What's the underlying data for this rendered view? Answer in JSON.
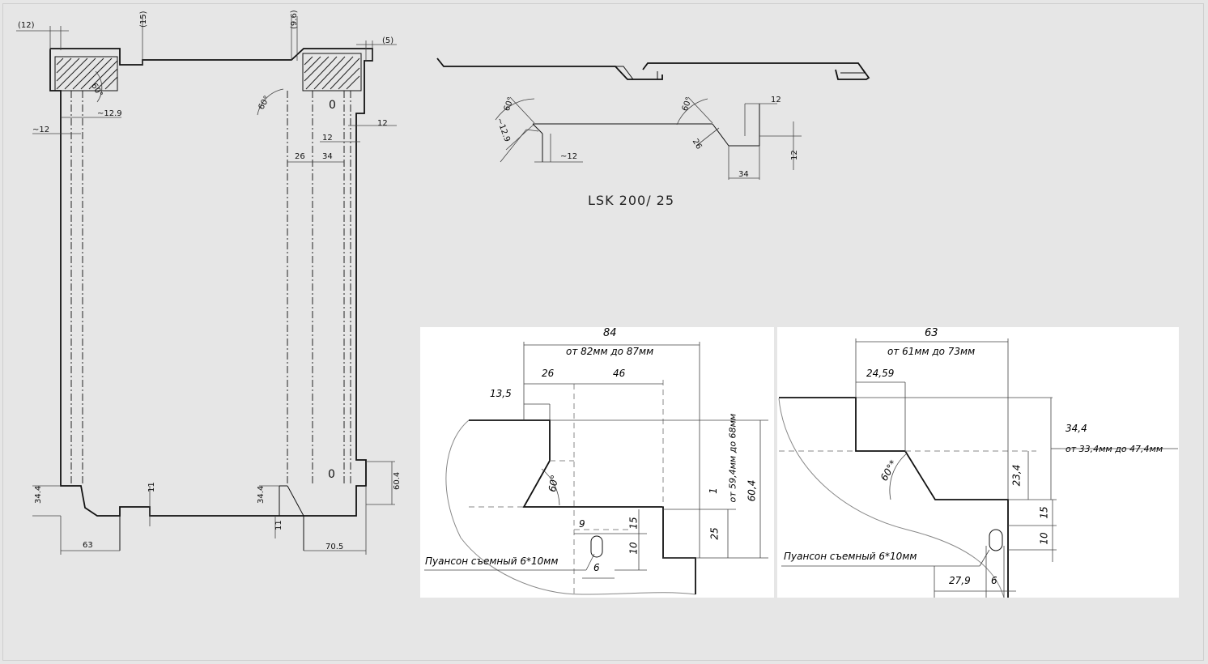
{
  "profile_title": "LSK 200/ 25",
  "left_drawing": {
    "dims": [
      "(12)",
      "(15)",
      "(9.6)",
      "(5)",
      "60°",
      "60°",
      "~12.9",
      "~12",
      "0",
      "12",
      "12",
      "26",
      "34",
      "0",
      "34.4",
      "11",
      "34.4",
      "11",
      "60.4",
      "63",
      "70.5"
    ]
  },
  "profile_drawing": {
    "dims": [
      "60°",
      "~12.9",
      "~12",
      "60°",
      "12",
      "26",
      "34",
      "12"
    ]
  },
  "detail_left": {
    "dims": [
      "84",
      "от 82мм до 87мм",
      "26",
      "46",
      "13,5",
      "60°",
      "9",
      "15",
      "10",
      "6",
      "1",
      "25",
      "60,4",
      "от 59,4мм до 68мм"
    ],
    "note": "Пуансон съемный 6*10мм"
  },
  "detail_right": {
    "dims": [
      "63",
      "от 61мм до 73мм",
      "24,59",
      "34,4",
      "от 33,4мм до 47,4мм",
      "23,4",
      "60°*",
      "15",
      "10",
      "27,9",
      "6"
    ],
    "note": "Пуансон съемный 6*10мм"
  }
}
